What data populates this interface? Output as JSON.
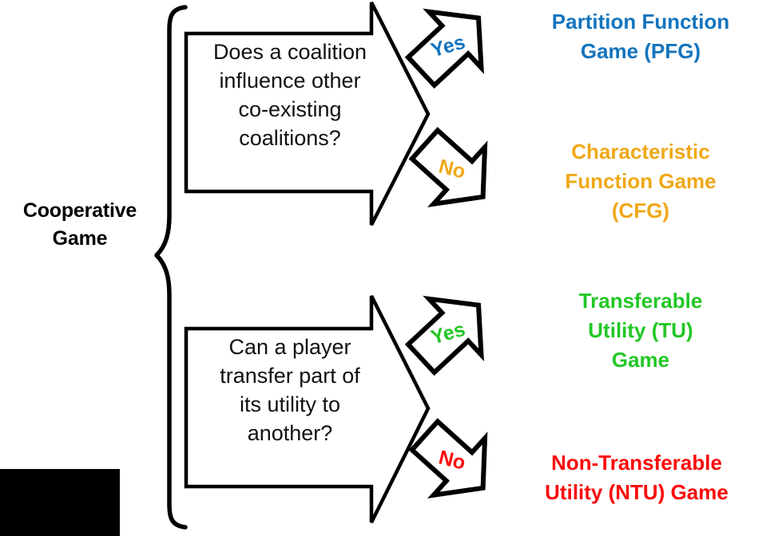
{
  "diagram": {
    "title": "Cooperative Game classification decision tree",
    "root": {
      "label": "Cooperative\nGame",
      "line1": "Cooperative",
      "line2": "Game",
      "color": "#000000"
    },
    "brace": {
      "name": "curly-brace",
      "color": "#000000"
    },
    "branches": [
      {
        "id": "branch-1",
        "question": {
          "text": "Does a coalition influence other co-existing coalitions?",
          "lines": [
            "Does a coalition",
            "influence other",
            "co-existing",
            "coalitions?"
          ]
        },
        "answers": [
          {
            "badge": "Yes",
            "color": "#1374BD",
            "outcome": "Partition Function Game (PFG)",
            "outcome_lines": [
              "Partition Function",
              "Game (PFG)"
            ]
          },
          {
            "badge": "No",
            "color": "#EFA817",
            "outcome": "Characteristic Function Game (CFG)",
            "outcome_lines": [
              "Characteristic",
              "Function Game",
              "(CFG)"
            ]
          }
        ]
      },
      {
        "id": "branch-2",
        "question": {
          "text": "Can a player transfer part of its utility to another?",
          "lines": [
            "Can a player",
            "transfer part of",
            "its utility to",
            "another?"
          ]
        },
        "answers": [
          {
            "badge": "Yes",
            "color": "#22C725",
            "outcome": "Transferable Utility (TU) Game",
            "outcome_lines": [
              "Transferable",
              "Utility (TU)",
              "Game"
            ]
          },
          {
            "badge": "No",
            "color": "#FB0A0A",
            "outcome": "Non-Transferable Utility (NTU) Game",
            "outcome_lines": [
              "Non-Transferable",
              "Utility (NTU) Game"
            ]
          }
        ]
      }
    ],
    "colors": {
      "blue": "#1374BD",
      "amber": "#EFA817",
      "green": "#22C725",
      "red": "#FB0A0A",
      "outline": "#000000",
      "background": "#ffffff"
    }
  }
}
